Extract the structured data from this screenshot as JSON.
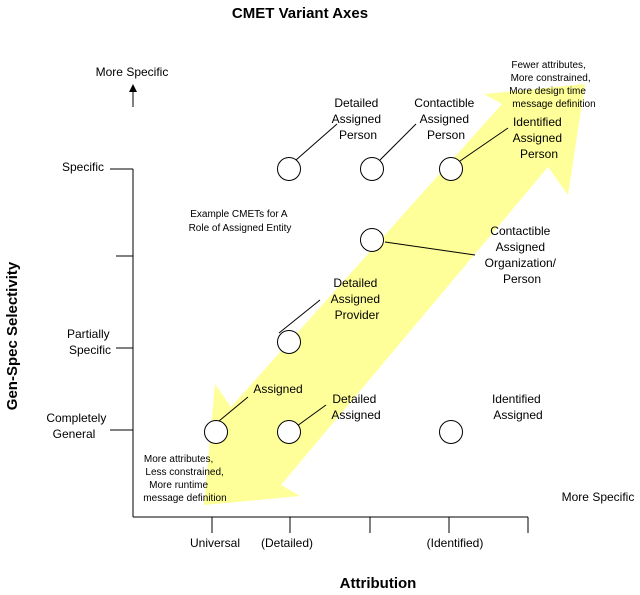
{
  "title": "CMET Variant Axes",
  "y_axis": {
    "title": "Gen-Spec Selectivity",
    "direction_label": "More Specific",
    "ticks": [
      {
        "lines": [
          "Specific"
        ]
      },
      {
        "lines": []
      },
      {
        "lines": [
          "Partially",
          "Specific"
        ]
      },
      {
        "lines": [
          "Completely",
          "General"
        ]
      }
    ]
  },
  "x_axis": {
    "title": "Attribution",
    "direction_label": "More Specific",
    "ticks": [
      {
        "lines": [
          "Universal"
        ]
      },
      {
        "lines": [
          "(Detailed)"
        ]
      },
      {
        "lines": []
      },
      {
        "lines": [
          "(Identified)"
        ]
      },
      {
        "lines": []
      }
    ]
  },
  "annotations": {
    "top_right": [
      "Fewer attributes,",
      "More constrained,",
      "More design time",
      "message definition"
    ],
    "bottom_left": [
      "More attributes,",
      "Less constrained,",
      "More runtime",
      "message definition"
    ],
    "example": [
      "Example CMETs for A",
      "Role of Assigned Entity"
    ]
  },
  "nodes": [
    {
      "id": "assigned",
      "label": [
        "Assigned"
      ]
    },
    {
      "id": "detailed-assigned",
      "label": [
        "Detailed",
        "Assigned"
      ]
    },
    {
      "id": "identified-assigned",
      "label": [
        "Identified",
        "Assigned"
      ]
    },
    {
      "id": "detailed-assigned-provider",
      "label": [
        "Detailed",
        "Assigned",
        "Provider"
      ]
    },
    {
      "id": "contactible-assigned-organization-person",
      "label": [
        "Contactible",
        "Assigned",
        "Organization/",
        "Person"
      ]
    },
    {
      "id": "detailed-assigned-person",
      "label": [
        "Detailed",
        "Assigned",
        "Person"
      ]
    },
    {
      "id": "contactible-assigned-person",
      "label": [
        "Contactible",
        "Assigned",
        "Person"
      ]
    },
    {
      "id": "identified-assigned-person",
      "label": [
        "Identified",
        "Assigned",
        "Person"
      ]
    }
  ],
  "colors": {
    "arrow_fill": "#ffff99",
    "line": "#000000",
    "background": "#ffffff"
  }
}
